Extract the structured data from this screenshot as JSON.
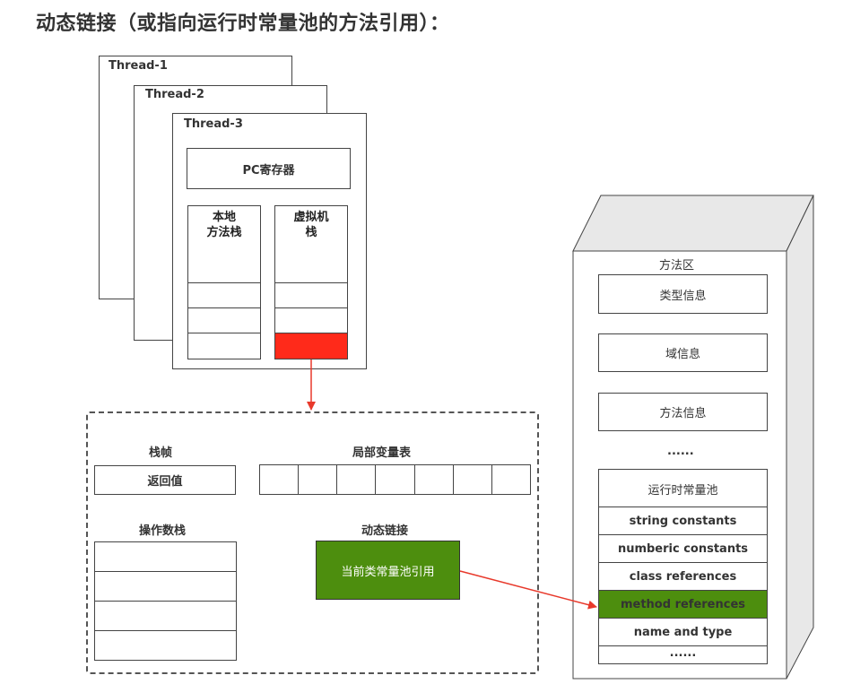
{
  "title": "动态链接（或指向运行时常量池的方法引用）：",
  "threads": [
    "Thread-1",
    "Thread-2",
    "Thread-3"
  ],
  "thread3": {
    "pc_register": "PC寄存器",
    "native_stack": "本地\n方法栈",
    "vm_stack": "虚拟机\n栈"
  },
  "frame": {
    "frame_label": "栈帧",
    "return_value": "返回值",
    "local_vars_label": "局部变量表",
    "local_vars_slots": 7,
    "operand_stack_label": "操作数栈",
    "operand_stack_slots": 4,
    "dynamic_link_label": "动态链接",
    "dynamic_link_box": "当前类常量池引用"
  },
  "method_area": {
    "title": "方法区",
    "items": [
      "类型信息",
      "域信息",
      "方法信息"
    ],
    "ellipsis": "......",
    "pool_title": "运行时常量池",
    "pool_items": [
      "string constants",
      "numberic constants",
      "class references",
      "method references",
      "name and type",
      "......"
    ],
    "highlight_index": 3
  },
  "colors": {
    "highlight_red": "#ff2a1a",
    "highlight_green": "#4d8e0e",
    "arrow": "#e8392b",
    "dash": "#555555"
  }
}
